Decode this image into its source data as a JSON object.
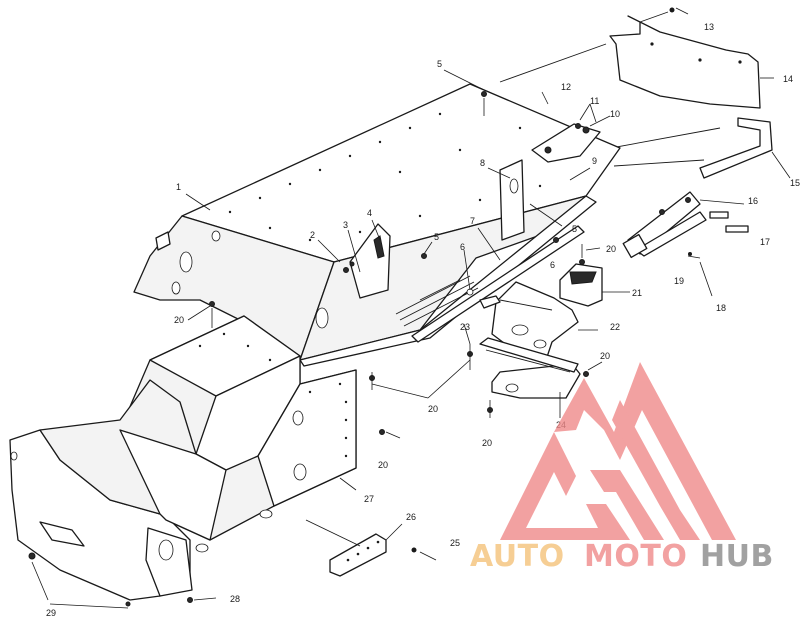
{
  "callouts": [
    {
      "id": "c1",
      "text": "1"
    },
    {
      "id": "c2",
      "text": "2"
    },
    {
      "id": "c3",
      "text": "3"
    },
    {
      "id": "c4",
      "text": "4"
    },
    {
      "id": "c5a",
      "text": "5"
    },
    {
      "id": "c5b",
      "text": "5"
    },
    {
      "id": "c5c",
      "text": "5"
    },
    {
      "id": "c6a",
      "text": "6"
    },
    {
      "id": "c6b",
      "text": "6"
    },
    {
      "id": "c7",
      "text": "7"
    },
    {
      "id": "c8",
      "text": "8"
    },
    {
      "id": "c9",
      "text": "9"
    },
    {
      "id": "c10",
      "text": "10"
    },
    {
      "id": "c11",
      "text": "11"
    },
    {
      "id": "c12",
      "text": "12"
    },
    {
      "id": "c13",
      "text": "13"
    },
    {
      "id": "c14",
      "text": "14"
    },
    {
      "id": "c15",
      "text": "15"
    },
    {
      "id": "c16",
      "text": "16"
    },
    {
      "id": "c17",
      "text": "17"
    },
    {
      "id": "c18",
      "text": "18"
    },
    {
      "id": "c19",
      "text": "19"
    },
    {
      "id": "c20a",
      "text": "20"
    },
    {
      "id": "c20b",
      "text": "20"
    },
    {
      "id": "c20c",
      "text": "20"
    },
    {
      "id": "c20d",
      "text": "20"
    },
    {
      "id": "c20e",
      "text": "20"
    },
    {
      "id": "c20f",
      "text": "20"
    },
    {
      "id": "c21",
      "text": "21"
    },
    {
      "id": "c22",
      "text": "22"
    },
    {
      "id": "c23",
      "text": "23"
    },
    {
      "id": "c24",
      "text": "24"
    },
    {
      "id": "c25",
      "text": "25"
    },
    {
      "id": "c26",
      "text": "26"
    },
    {
      "id": "c27",
      "text": "27"
    },
    {
      "id": "c28",
      "text": "28"
    },
    {
      "id": "c29",
      "text": "29"
    }
  ],
  "watermark": {
    "part1": "AUTO",
    "part2": "MOTO",
    "part3": "HUB",
    "color_primary": "#f08a8a",
    "color_secondary": "#f4c27a",
    "color_tertiary": "#8a8a8a"
  }
}
